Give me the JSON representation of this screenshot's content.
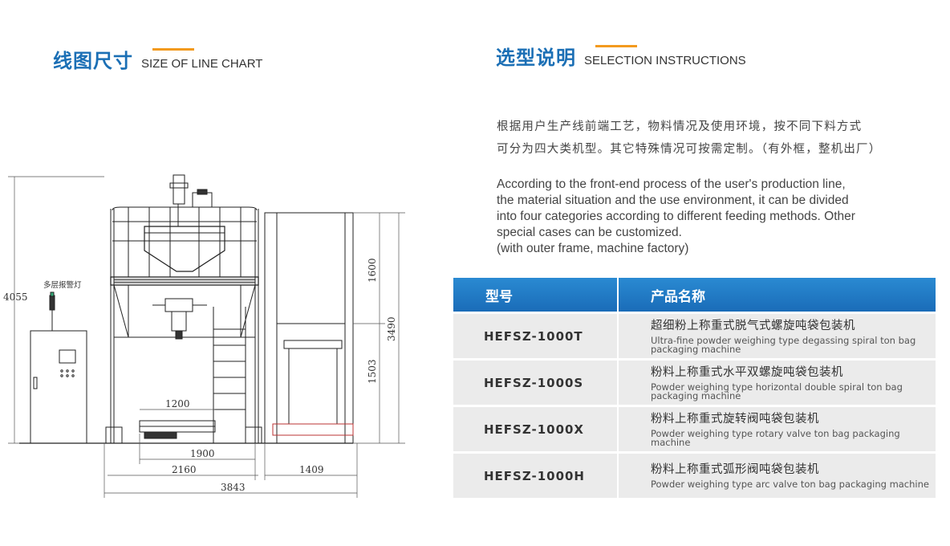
{
  "left_section": {
    "title_cn": "线图尺寸",
    "title_en": "SIZE OF LINE CHART"
  },
  "right_section": {
    "title_cn": "选型说明",
    "title_en": "SELECTION INSTRUCTIONS",
    "desc_cn": [
      "根据用户生产线前端工艺，物料情况及使用环境，按不同下料方式",
      "可分为四大类机型。其它特殊情况可按需定制。（有外框，整机出厂）"
    ],
    "desc_en": [
      "According to the front-end process of the user's production line,",
      "the material situation and the use environment, it can be divided",
      "into four categories according to different feeding methods. Other",
      "special cases can be customized.",
      "(with outer frame, machine factory)"
    ]
  },
  "table": {
    "headers": [
      "型号",
      "产品名称"
    ],
    "rows": [
      {
        "model": "HEFSZ-1000T",
        "name_cn": "超细粉上称重式脱气式螺旋吨袋包装机",
        "name_en": "Ultra-fine powder weighing type degassing spiral ton bag packaging machine"
      },
      {
        "model": "HEFSZ-1000S",
        "name_cn": "粉料上称重式水平双螺旋吨袋包装机",
        "name_en": "Powder weighing type horizontal double spiral ton bag packaging machine"
      },
      {
        "model": "HEFSZ-1000X",
        "name_cn": "粉料上称重式旋转阀吨袋包装机",
        "name_en": "Powder weighing type rotary valve ton bag packaging machine"
      },
      {
        "model": "HEFSZ-1000H",
        "name_cn": "粉料上称重式弧形阀吨袋包装机",
        "name_en": "Powder weighing type arc valve ton bag packaging machine"
      }
    ]
  },
  "drawing": {
    "label_alarm_light": "多层报警灯",
    "dims": {
      "total_height": "4055",
      "height_upper": "1600",
      "height_total_right": "3490",
      "height_lower": "1503",
      "width_1200": "1200",
      "width_1900": "1900",
      "width_2160": "2160",
      "width_1409": "1409",
      "width_total": "3843"
    }
  }
}
